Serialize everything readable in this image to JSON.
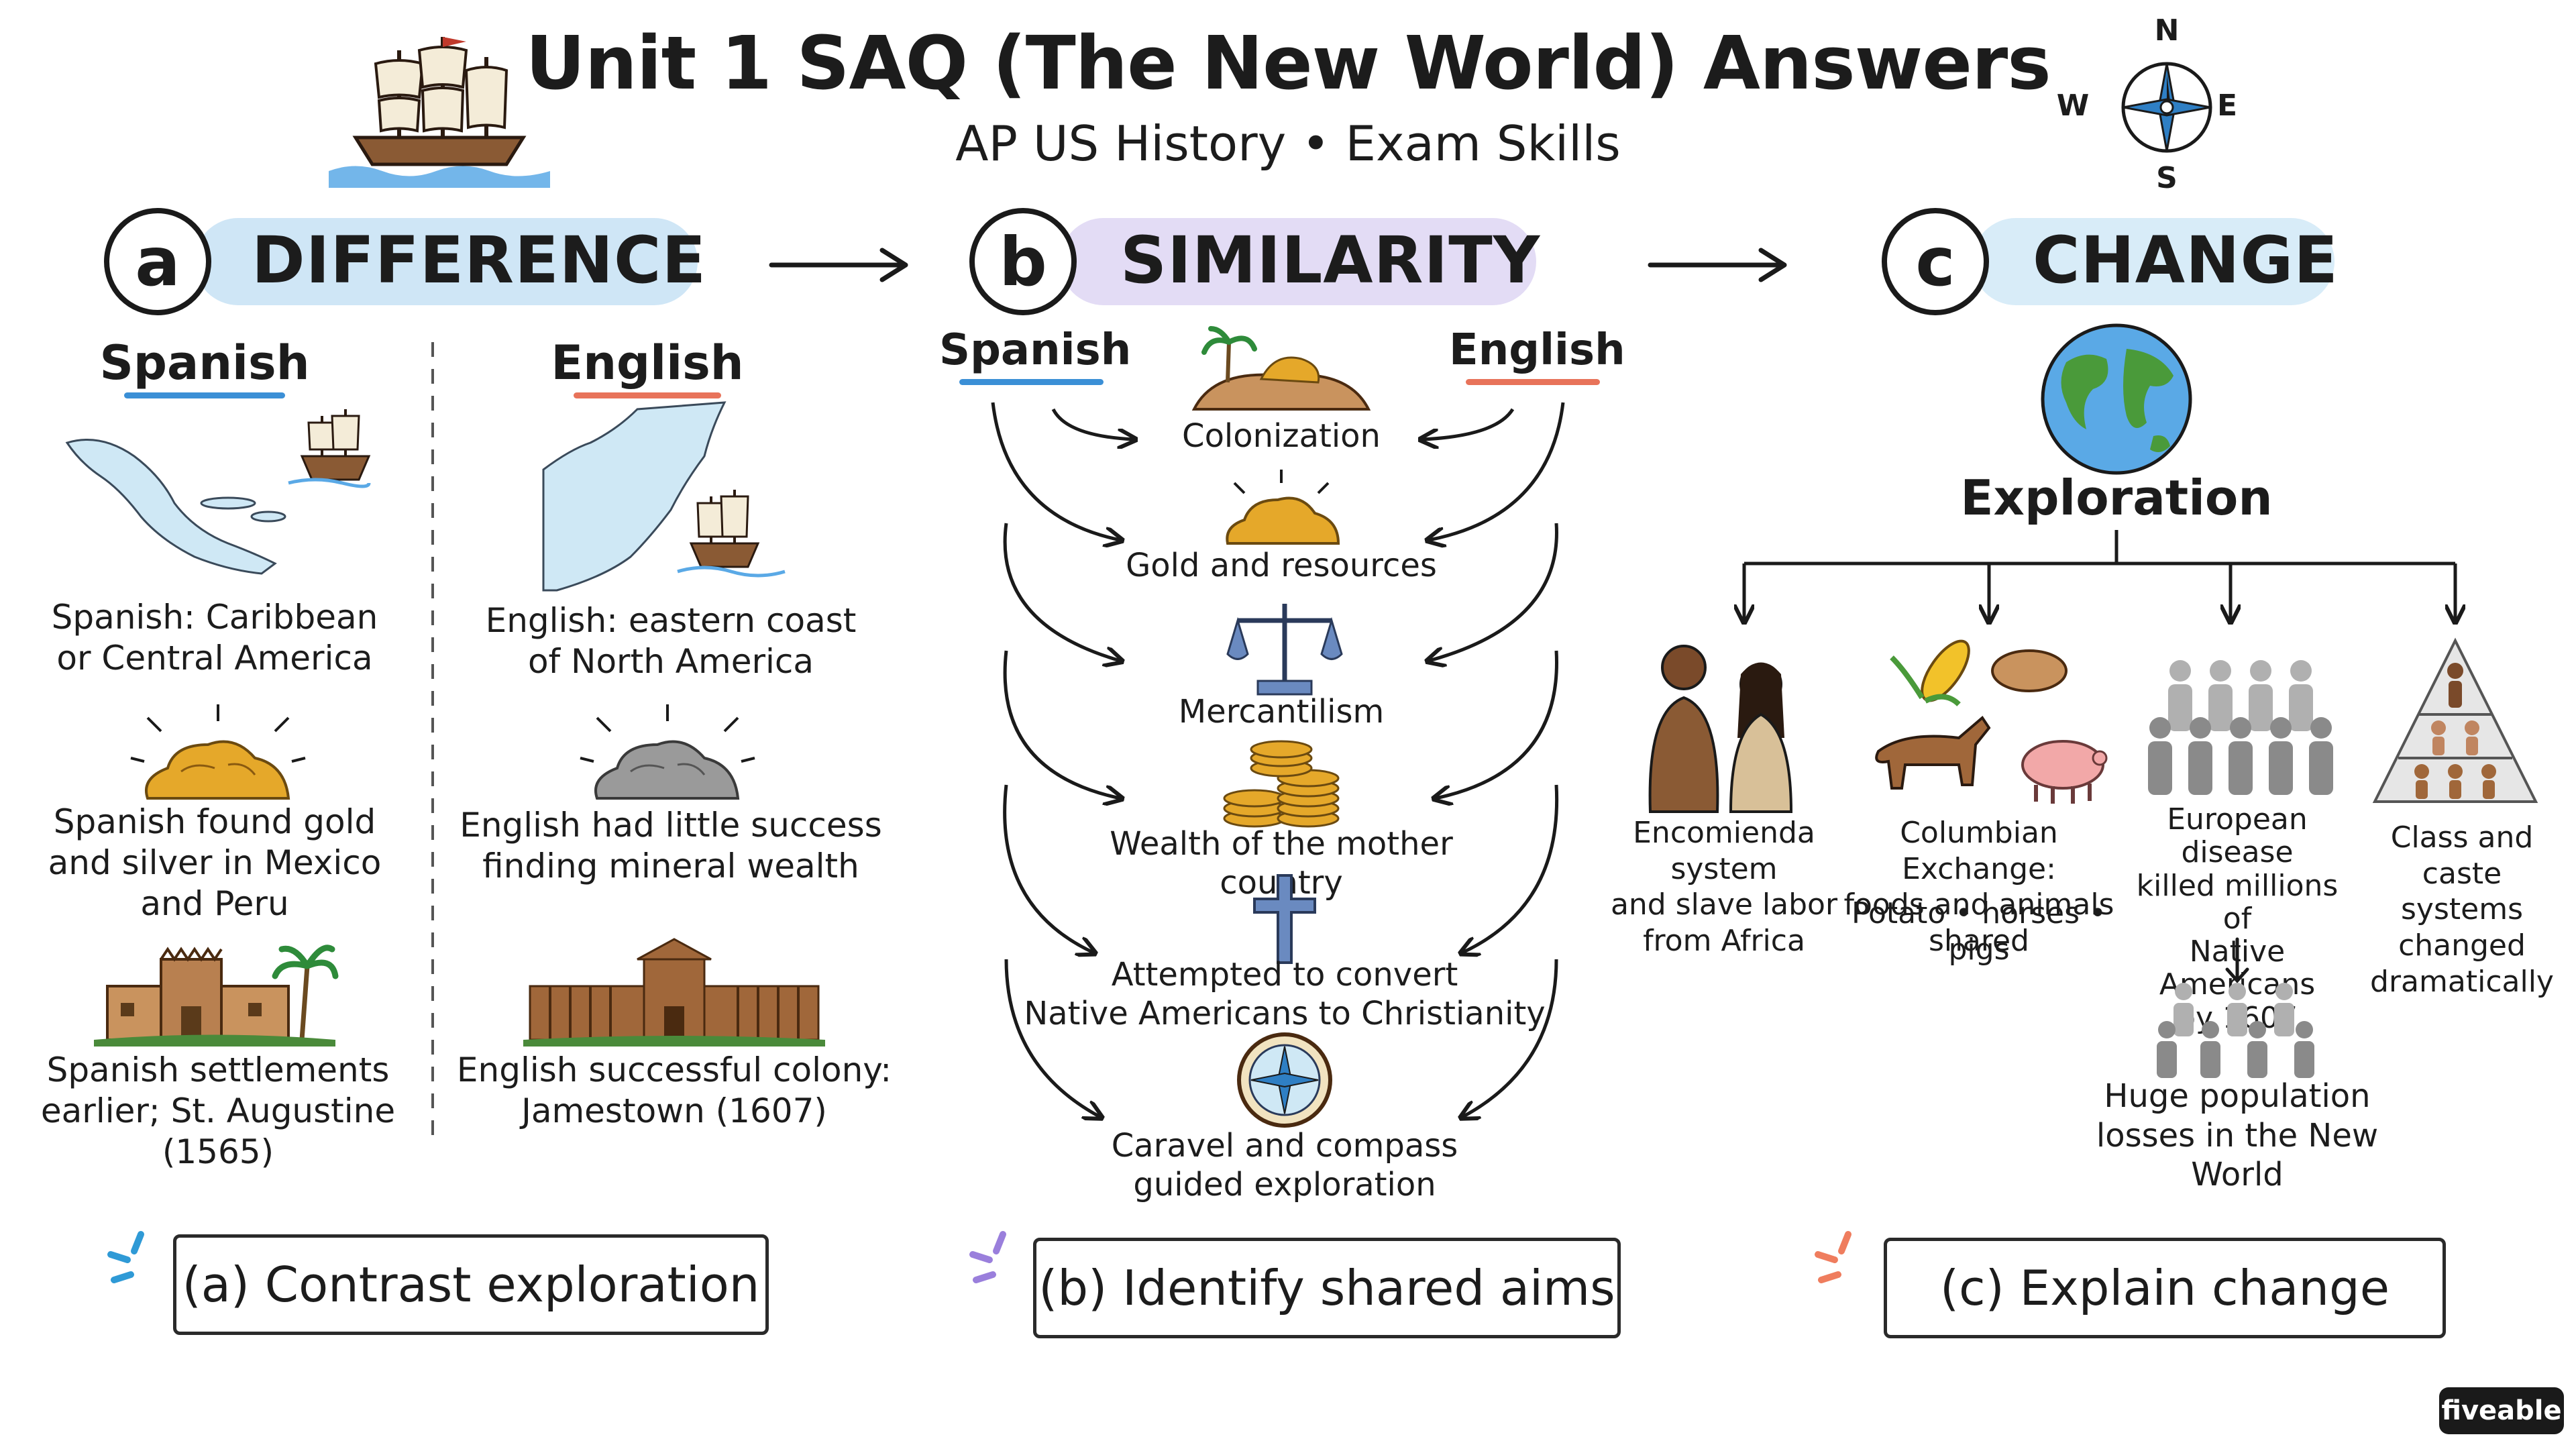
{
  "header": {
    "title": "Unit 1 SAQ (The New World) Answers",
    "subtitle": "AP US History • Exam Skills"
  },
  "compass_rose": {
    "n": "N",
    "s": "S",
    "e": "E",
    "w": "W"
  },
  "sections": {
    "a": {
      "letter": "a",
      "title": "DIFFERENCE",
      "color": "#cfe6f6"
    },
    "b": {
      "letter": "b",
      "title": "SIMILARITY",
      "color": "#e3dcf5"
    },
    "c": {
      "letter": "c",
      "title": "CHANGE",
      "color": "#d8ecf8"
    }
  },
  "difference": {
    "spanish_header": "Spanish",
    "english_header": "English",
    "spanish_items": [
      "Spanish: Caribbean\nor Central America",
      "Spanish found gold\nand silver in Mexico\nand Peru",
      "Spanish settlements\nearlier; St. Augustine (1565)"
    ],
    "english_items": [
      "English: eastern coast\nof North America",
      "English had little success\nfinding mineral wealth",
      "English successful colony:\nJamestown (1607)"
    ]
  },
  "similarity": {
    "spanish_header": "Spanish",
    "english_header": "English",
    "items": [
      "Colonization",
      "Gold and resources",
      "Mercantilism",
      "Wealth of the mother country",
      "Attempted to convert\nNative Americans to Christianity",
      "Caravel and compass\nguided exploration"
    ]
  },
  "change": {
    "root": "Exploration",
    "branches": [
      "Encomienda system\nand slave labor\nfrom Africa",
      "Columbian Exchange:\nfoods and animals shared",
      "European disease\nkilled millions of\nNative Americans\nby 1607",
      "Class and caste\nsystems changed\ndramatically"
    ],
    "exchange_detail": "Potato • horses • pigs",
    "population_result": "Huge population\nlosses in the New World"
  },
  "skills": {
    "a": "(a) Contrast exploration",
    "b": "(b) Identify shared aims",
    "c": "(c) Explain change"
  },
  "colors": {
    "spanish_underline": "#3b8fd6",
    "english_underline": "#e8735a",
    "accent_blue": "#2f9ad6",
    "accent_purple": "#9a7fdc",
    "accent_orange": "#ef7d5e"
  },
  "brand": "fiveable"
}
